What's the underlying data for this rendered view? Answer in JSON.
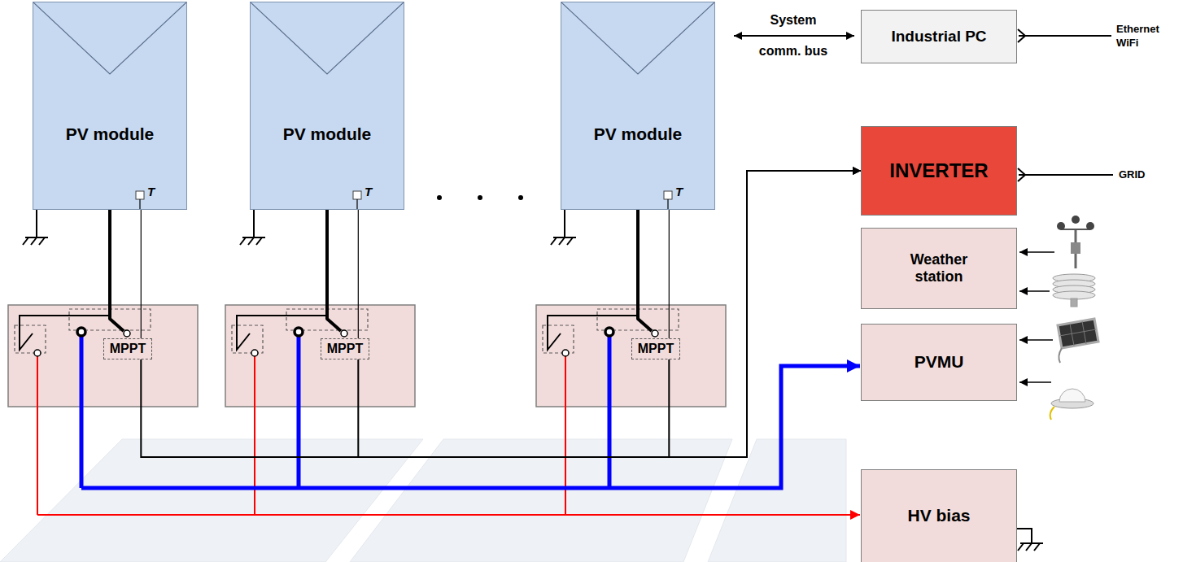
{
  "diagram": {
    "nodes": [
      {
        "text": [
          "PV module"
        ]
      },
      {
        "text": [
          "PV module"
        ]
      },
      {
        "text": [
          "PV module"
        ]
      },
      {
        "text": [
          "MPPT"
        ]
      },
      {
        "text": [
          "MPPT"
        ]
      },
      {
        "text": [
          "MPPT"
        ]
      },
      {
        "text": [
          "Industrial PC"
        ]
      },
      {
        "text": [
          "INVERTER"
        ]
      },
      {
        "text": [
          "Weather station"
        ]
      },
      {
        "text": [
          "PVMU"
        ]
      },
      {
        "text": [
          "HV bias"
        ]
      }
    ],
    "edges": [
      {
        "from": 0,
        "to": 3,
        "arrow": "none"
      },
      {
        "from": 1,
        "to": 4,
        "arrow": "none"
      },
      {
        "from": 2,
        "to": 5,
        "arrow": "none"
      },
      {
        "from": 3,
        "to": 7,
        "arrow": "to"
      },
      {
        "from": 4,
        "to": 7,
        "arrow": "to"
      },
      {
        "from": 5,
        "to": 7,
        "arrow": "to"
      }
    ],
    "labels": [
      "T",
      "T",
      "T",
      "System comm. bus",
      "Ethernet WiFi",
      "GRID"
    ]
  }
}
